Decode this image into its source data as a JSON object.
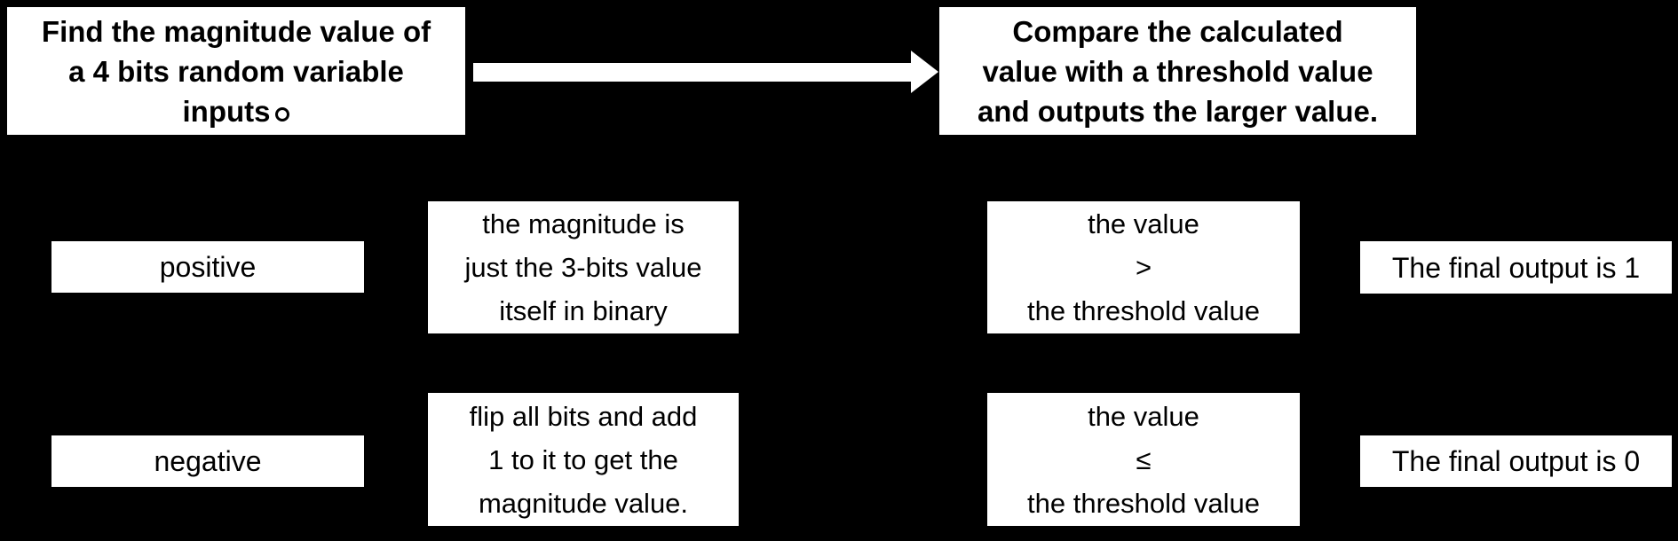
{
  "diagram": {
    "colors": {
      "background": "#000000",
      "box_fill": "#ffffff",
      "text": "#000000",
      "arrow": "#ffffff"
    },
    "header": {
      "step1_lines": [
        "Find the magnitude value of",
        "a 4 bits random variable",
        "inputs"
      ],
      "step1_full_stop": "。",
      "step2_lines": [
        "Compare the calculated",
        "value with a threshold value",
        "and outputs the larger value."
      ]
    },
    "rows": {
      "positive": {
        "condition": "positive",
        "action_lines": [
          "the magnitude is",
          "just the 3-bits value",
          "itself in binary"
        ],
        "comparison_lines": [
          "the value",
          ">",
          "the threshold value"
        ],
        "result": "The final output is 1"
      },
      "negative": {
        "condition": "negative",
        "action_lines": [
          "flip all bits and add",
          "1 to it to get the",
          "magnitude value."
        ],
        "comparison_lines": [
          "the value",
          "≤",
          "the threshold value"
        ],
        "result": "The final output is 0"
      }
    }
  }
}
